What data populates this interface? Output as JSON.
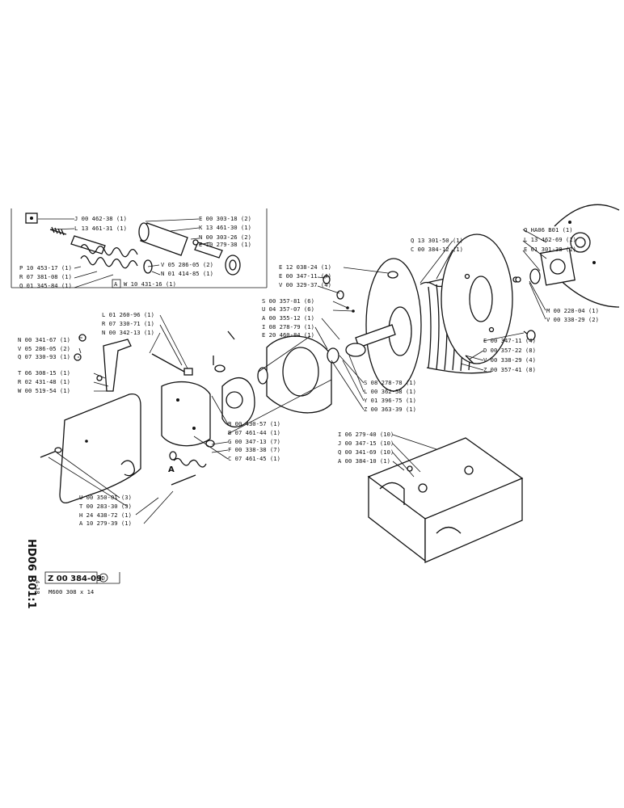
{
  "sheet": {
    "side_code": "HD06 B01:1",
    "side_sub": "4-18",
    "part_number": "Z 00 384-09",
    "revision": "D",
    "description": "M600 308 x 14"
  },
  "inset": {
    "view_letter": "A",
    "view_ref": "W 10 431-16 (1)"
  },
  "view_marker": "A",
  "labels": [
    "J 00 462-38 (1)",
    "L 13 461-31 (1)",
    "P 10 453-17 (1)",
    "R 07 381-08 (1)",
    "Q 01 345-84 (1)",
    "E 00 303-18 (2)",
    "K 13 461-30 (1)",
    "N 00 303-26 (2)",
    "E 10 279-38 (1)",
    "V 05 286-05 (2)",
    "N 01 414-85 (1)",
    "Q HA06 B01 (1)",
    "L 13 462-69 (1)",
    "E 01 301-38 (1)",
    "Q 13 301-50 (1)",
    "C 00 384-12 (1)",
    "E 12 038-24 (1)",
    "E 00 347-11 (4)",
    "V 00 329-37 (4)",
    "M 00 228-04 (1)",
    "V 00 338-29 (2)",
    "S 00 357-81 (6)",
    "U 04 357-07 (6)",
    "A 00 355-12 (1)",
    "I 08 278-79 (1)",
    "E 20 460-84 (1)",
    "L 01 260-96 (1)",
    "R 07 330-71 (1)",
    "N 00 342-13 (1)",
    "N 00 341-67 (1)",
    "V 05 286-05 (2)",
    "Q 07 330-93 (1)",
    "T 06 308-15 (1)",
    "R 02 431-48 (1)",
    "W 00 519-54 (1)",
    "E 00 347-11 (4)",
    "D 00 357-22 (8)",
    "V 00 338-29 (4)",
    "Z 00 357-41 (8)",
    "S 08 278-78 (1)",
    "L 00 362-58 (1)",
    "Y 01 396-75 (1)",
    "Z 00 363-39 (1)",
    "B 00 430-57 (1)",
    "B 07 461-44 (1)",
    "G 00 347-13 (7)",
    "F 00 338-38 (7)",
    "C 07 461-45 (1)",
    "I 06 279-40 (10)",
    "J 00 347-15 (10)",
    "Q 00 341-69 (10)",
    "A 00 384-10 (1)",
    "U 00 350-01 (3)",
    "T 00 283-30 (3)",
    "H 24 438-72 (1)",
    "A 10 279-39 (1)"
  ]
}
